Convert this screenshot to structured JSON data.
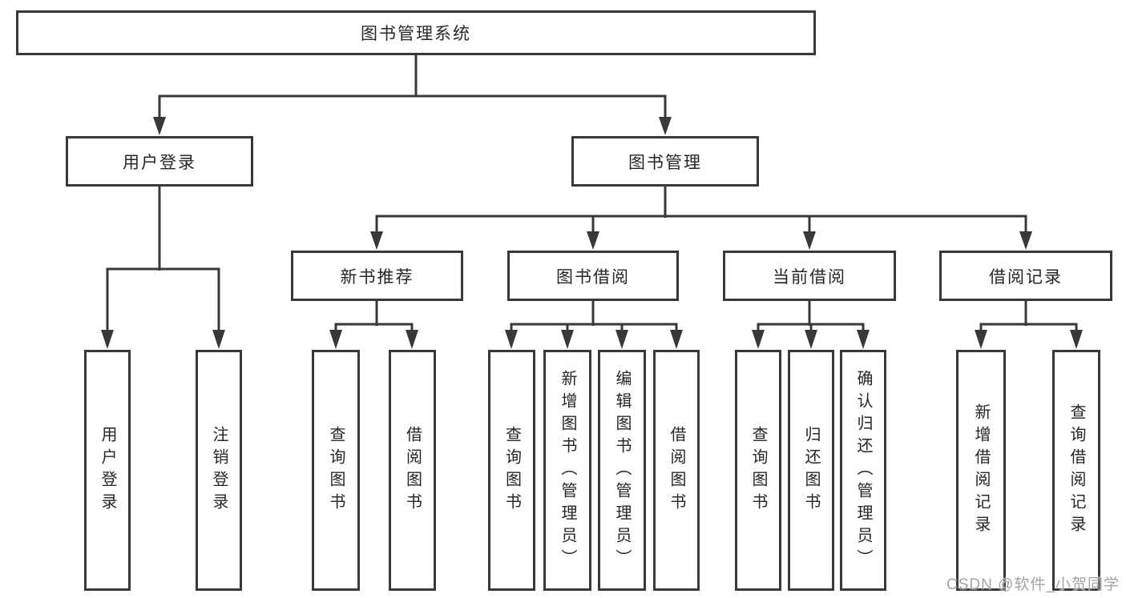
{
  "diagram": {
    "root": {
      "label": "图书管理系统"
    },
    "level2": [
      {
        "label": "用户登录"
      },
      {
        "label": "图书管理"
      }
    ],
    "level3": [
      {
        "label": "新书推荐"
      },
      {
        "label": "图书借阅"
      },
      {
        "label": "当前借阅"
      },
      {
        "label": "借阅记录"
      }
    ],
    "leaves": {
      "user_login": [
        {
          "label": "用户登录"
        },
        {
          "label": "注销登录"
        }
      ],
      "new_book": [
        {
          "label": "查询图书"
        },
        {
          "label": "借阅图书"
        }
      ],
      "book_borrow": [
        {
          "label": "查询图书"
        },
        {
          "label": "新增图书（管理员）"
        },
        {
          "label": "编辑图书（管理员）"
        },
        {
          "label": "借阅图书"
        }
      ],
      "current_borrow": [
        {
          "label": "查询图书"
        },
        {
          "label": "归还图书"
        },
        {
          "label": "确认归还（管理员）"
        }
      ],
      "borrow_records": [
        {
          "label": "新增借阅记录"
        },
        {
          "label": "查询借阅记录"
        }
      ]
    }
  },
  "watermark": {
    "text": "CSDN @软件_小贺同学"
  },
  "colors": {
    "line": "#383838",
    "text": "#262626",
    "watermark": "#a3a3a3",
    "background": "#ffffff"
  }
}
